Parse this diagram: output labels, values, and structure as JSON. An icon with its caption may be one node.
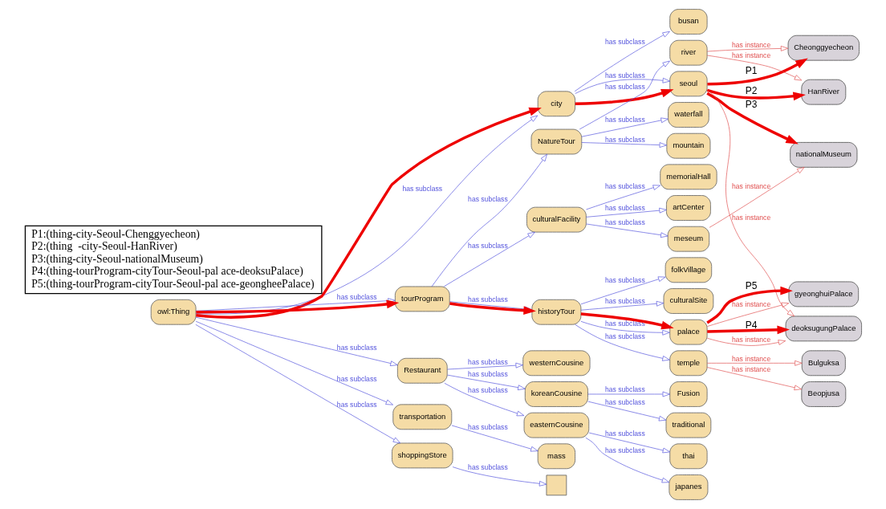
{
  "diagram": {
    "nodes": [
      {
        "text": [
          "owl:Thing"
        ]
      },
      {
        "text": [
          "city"
        ]
      },
      {
        "text": [
          "busan"
        ]
      },
      {
        "text": [
          "seoul"
        ]
      },
      {
        "text": [
          "Restaurant"
        ]
      },
      {
        "text": [
          "Fusion"
        ]
      },
      {
        "text": [
          "westernCousine"
        ]
      },
      {
        "text": [
          "traditional"
        ]
      },
      {
        "text": [
          "koreanCousine"
        ]
      },
      {
        "text": [
          "thai"
        ]
      },
      {
        "text": [
          "easternCousine"
        ]
      },
      {
        "text": [
          "japanes"
        ]
      },
      {
        "text": [
          "transportation"
        ]
      },
      {
        "text": [
          "mass"
        ]
      },
      {
        "text": [
          "shoppingStore"
        ]
      },
      {
        "text": [],
        "shape": "box"
      },
      {
        "text": [
          "tourProgram"
        ]
      },
      {
        "text": [
          "culturalFacility"
        ]
      },
      {
        "text": [
          "memorialHall"
        ]
      },
      {
        "text": [
          "artCenter"
        ]
      },
      {
        "text": [
          "meseum"
        ]
      },
      {
        "text": [
          "nationalMuseum"
        ]
      },
      {
        "text": [
          "NatureTour"
        ]
      },
      {
        "text": [
          "mountain"
        ]
      },
      {
        "text": [
          "waterfall"
        ]
      },
      {
        "text": [
          "river"
        ]
      },
      {
        "text": [
          "Cheonggyecheon"
        ]
      },
      {
        "text": [
          "HanRiver"
        ]
      },
      {
        "text": [
          "historyTour"
        ]
      },
      {
        "text": [
          "temple"
        ]
      },
      {
        "text": [
          "Beopjusa"
        ]
      },
      {
        "text": [
          "Bulguksa"
        ]
      },
      {
        "text": [
          "palace"
        ]
      },
      {
        "text": [
          "deoksugungPalace"
        ]
      },
      {
        "text": [
          "gyeonghuiPalace"
        ]
      },
      {
        "text": [
          "folkVillage"
        ]
      },
      {
        "text": [
          "culturalSite"
        ]
      },
      {
        "text": [
          "P1:(thing-city-Seoul-Chenggyecheon)",
          "P2:(thing  -city-Seoul-HanRiver)",
          "P3:(thing-city-Seoul-nationalMuseum)",
          "P4:(thing-tourProgram-cityTour-Seoul-pal ace-deoksuPalace)",
          "P5:(thing-tourProgram-cityTour-Seoul-pal ace-geongheePalace)"
        ]
      }
    ],
    "edges": [
      {
        "from": 0,
        "to": 1,
        "arrow": "to",
        "label": "has subclass"
      },
      {
        "from": 1,
        "to": 2,
        "arrow": "to",
        "label": "has subclass"
      },
      {
        "from": 1,
        "to": 3,
        "arrow": "to",
        "label": "has subclass"
      },
      {
        "from": 0,
        "to": 4,
        "arrow": "to",
        "label": "has subclass"
      },
      {
        "from": 4,
        "to": 6,
        "arrow": "to",
        "label": "has subclass"
      },
      {
        "from": 4,
        "to": 8,
        "arrow": "to",
        "label": "has subclass"
      },
      {
        "from": 4,
        "to": 10,
        "arrow": "to",
        "label": "has subclass"
      },
      {
        "from": 8,
        "to": 5,
        "arrow": "to",
        "label": "has subclass"
      },
      {
        "from": 8,
        "to": 7,
        "arrow": "to",
        "label": "has subclass"
      },
      {
        "from": 10,
        "to": 9,
        "arrow": "to",
        "label": "has subclass"
      },
      {
        "from": 10,
        "to": 11,
        "arrow": "to",
        "label": "has subclass"
      },
      {
        "from": 0,
        "to": 12,
        "arrow": "to",
        "label": "has subclass"
      },
      {
        "from": 12,
        "to": 13,
        "arrow": "to",
        "label": "has subclass"
      },
      {
        "from": 0,
        "to": 14,
        "arrow": "to",
        "label": "has subclass"
      },
      {
        "from": 14,
        "to": 15,
        "arrow": "to",
        "label": "has subclass"
      },
      {
        "from": 0,
        "to": 16,
        "arrow": "to",
        "label": "has subclass"
      },
      {
        "from": 16,
        "to": 17,
        "arrow": "to",
        "label": "has subclass"
      },
      {
        "from": 17,
        "to": 18,
        "arrow": "to",
        "label": "has subclass"
      },
      {
        "from": 17,
        "to": 19,
        "arrow": "to",
        "label": "has subclass"
      },
      {
        "from": 17,
        "to": 20,
        "arrow": "to",
        "label": "has subclass"
      },
      {
        "from": 20,
        "to": 21,
        "arrow": "to",
        "label": "has instance",
        "color": "#e05050"
      },
      {
        "from": 16,
        "to": 22,
        "arrow": "to",
        "label": "has subclass"
      },
      {
        "from": 22,
        "to": 23,
        "arrow": "to",
        "label": "has subclass"
      },
      {
        "from": 22,
        "to": 24,
        "arrow": "to",
        "label": "has subclass"
      },
      {
        "from": 22,
        "to": 25,
        "arrow": "to",
        "label": "has subclass"
      },
      {
        "from": 25,
        "to": 26,
        "arrow": "to",
        "label": "has instance",
        "color": "#e05050"
      },
      {
        "from": 25,
        "to": 27,
        "arrow": "to",
        "label": "has instance",
        "color": "#e05050"
      },
      {
        "from": 16,
        "to": 28,
        "arrow": "to",
        "label": "has subclass"
      },
      {
        "from": 28,
        "to": 29,
        "arrow": "to",
        "label": "has subclass"
      },
      {
        "from": 29,
        "to": 30,
        "arrow": "to",
        "label": "has instance",
        "color": "#e05050"
      },
      {
        "from": 29,
        "to": 31,
        "arrow": "to",
        "label": "has instance",
        "color": "#e05050"
      },
      {
        "from": 28,
        "to": 32,
        "arrow": "to",
        "label": "has subclass"
      },
      {
        "from": 32,
        "to": 33,
        "arrow": "to",
        "label": "has instance",
        "color": "#e05050"
      },
      {
        "from": 32,
        "to": 34,
        "arrow": "to",
        "label": "has instance",
        "color": "#e05050"
      },
      {
        "from": 28,
        "to": 35,
        "arrow": "to",
        "label": "has subclass"
      },
      {
        "from": 28,
        "to": 36,
        "arrow": "to",
        "label": "has subclass"
      },
      {
        "from": 3,
        "to": 33,
        "arrow": "to",
        "label": "has instance",
        "color": "#e05050"
      },
      {
        "from": 0,
        "to": 1,
        "arrow": "to",
        "style": "thick",
        "color": "#ee0000"
      },
      {
        "from": 1,
        "to": 3,
        "arrow": "to",
        "style": "thick",
        "color": "#ee0000"
      },
      {
        "from": 3,
        "to": 26,
        "arrow": "to",
        "style": "thick",
        "color": "#ee0000",
        "label": "P1"
      },
      {
        "from": 3,
        "to": 27,
        "arrow": "to",
        "style": "thick",
        "color": "#ee0000",
        "label": "P2"
      },
      {
        "from": 3,
        "to": 21,
        "arrow": "to",
        "style": "thick",
        "color": "#ee0000",
        "label": "P3"
      },
      {
        "from": 0,
        "to": 16,
        "arrow": "to",
        "style": "thick",
        "color": "#ee0000"
      },
      {
        "from": 16,
        "to": 28,
        "arrow": "to",
        "style": "thick",
        "color": "#ee0000"
      },
      {
        "from": 28,
        "to": 32,
        "arrow": "to",
        "style": "thick",
        "color": "#ee0000"
      },
      {
        "from": 32,
        "to": 33,
        "arrow": "to",
        "style": "thick",
        "color": "#ee0000",
        "label": "P4"
      },
      {
        "from": 32,
        "to": 34,
        "arrow": "to",
        "style": "thick",
        "color": "#ee0000",
        "label": "P5"
      }
    ]
  }
}
